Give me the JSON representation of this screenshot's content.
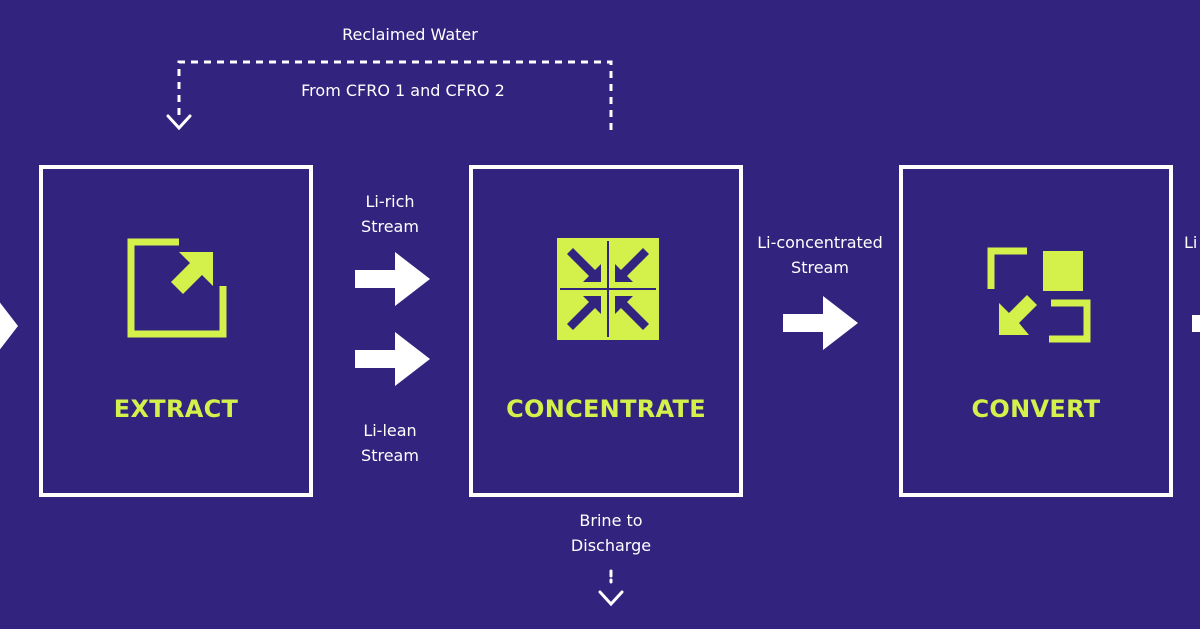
{
  "colors": {
    "background": "#32237e",
    "accent": "#d4f14b",
    "line": "#ffffff"
  },
  "recycle": {
    "line1": "Reclaimed Water",
    "line2": "From CFRO 1 and CFRO 2"
  },
  "stages": [
    {
      "title": "EXTRACT",
      "icon": "expand-arrow-icon"
    },
    {
      "title": "CONCENTRATE",
      "icon": "compress-arrows-icon"
    },
    {
      "title": "CONVERT",
      "icon": "convert-squares-icon"
    }
  ],
  "flows": {
    "rich": [
      "Li-rich",
      "Stream"
    ],
    "lean": [
      "Li-lean",
      "Stream"
    ],
    "concentrated": [
      "Li-concentrated",
      "Stream"
    ],
    "brine": [
      "Brine to",
      "Discharge"
    ],
    "right_cut": "Li"
  }
}
